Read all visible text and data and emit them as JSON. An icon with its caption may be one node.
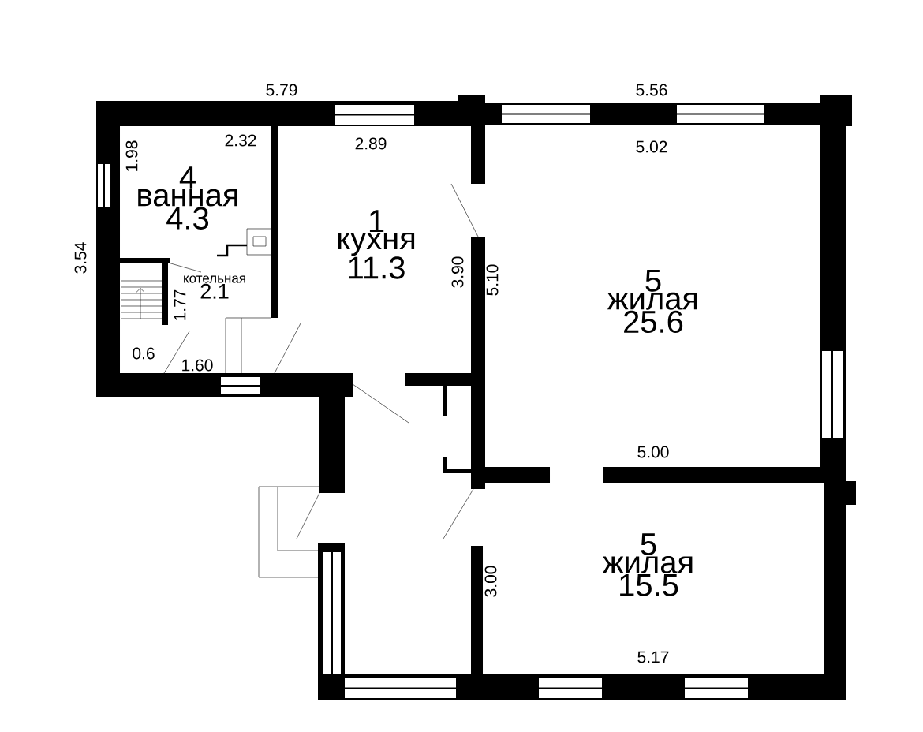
{
  "diagram": {
    "nodes": [
      {
        "text": [
          "4",
          "ванная",
          "4.3"
        ]
      },
      {
        "text": [
          "котельная",
          "2.1"
        ]
      },
      {
        "text": [
          "1",
          "кухня",
          "11.3"
        ]
      },
      {
        "text": [
          "5",
          "жилая",
          "25.6"
        ]
      },
      {
        "text": [
          "5",
          "жилая",
          "15.5"
        ]
      }
    ],
    "labels": [
      "5.79",
      "5.56",
      "2.32",
      "2.89",
      "5.02",
      "1.98",
      "3.54",
      "3.90",
      "5.10",
      "1.77",
      "0.6",
      "1.60",
      "5.00",
      "3.00",
      "5.17"
    ]
  }
}
